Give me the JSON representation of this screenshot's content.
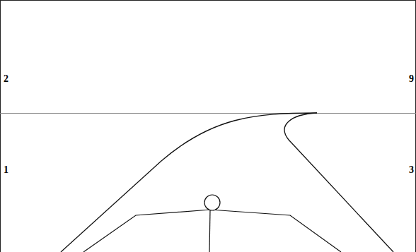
{
  "diagram": {
    "labels": [
      "2",
      "9",
      "1",
      "3"
    ]
  }
}
